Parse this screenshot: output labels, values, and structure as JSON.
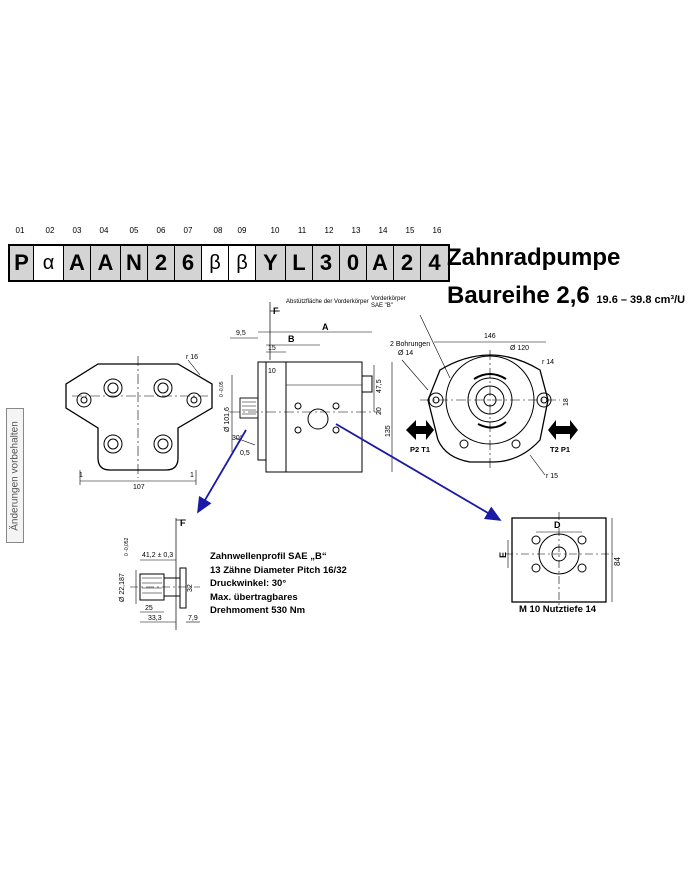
{
  "code": {
    "positions": [
      "01",
      "02",
      "03",
      "04",
      "05",
      "06",
      "07",
      "08",
      "09",
      "10",
      "11",
      "12",
      "13",
      "14",
      "15",
      "16"
    ],
    "chars": [
      "P",
      "α",
      "A",
      "A",
      "N",
      "2",
      "6",
      "β",
      "β",
      "Y",
      "L",
      "3",
      "0",
      "A",
      "2",
      "4"
    ]
  },
  "title": {
    "line1": "Zahnradpumpe",
    "line2": "Baureihe 2,6",
    "range": "19.6 – 39.8 cm³/U"
  },
  "side_note": "Änderungen vorbehalten",
  "annotations": {
    "flange_face": "Abstützfläche der Vorderkörper",
    "front_body": "Vorderkörper SAE \"B\"",
    "holes": "2 Bohrungen",
    "dim_9_5": "9,5",
    "dim_15": "15",
    "dim_10": "10",
    "F": "F",
    "B": "B",
    "A": "A",
    "dia_101_6": "Ø 101,6",
    "tol_101_6": "0 -0,05",
    "deg_30": "30°",
    "dim_0_5": "0,5",
    "dim_47_5": "47,5",
    "dim_20": "20",
    "dim_135": "135",
    "r16": "r 16",
    "dim_107": "107",
    "dim_1a": "1",
    "dim_1b": "1",
    "dim_146": "146",
    "dia_120": "Ø 120",
    "dia_14": "Ø 14",
    "r14": "r 14",
    "r15": "r 15",
    "dim_18": "18",
    "P2T1": "P2 T1",
    "T2P1": "T2 P1",
    "D": "D",
    "E": "E",
    "dim_84": "84",
    "dim_41_2": "41,2 ± 0,3",
    "tol_22": "0 -0,052",
    "dia_22": "Ø 22,187",
    "dim_32": "32",
    "dim_25": "25",
    "dim_33_3": "33,3",
    "dim_7_9": "7,9"
  },
  "spec": {
    "line1": "Zahnwellenprofil SAE „B“",
    "line2": "13 Zähne Diameter Pitch 16/32",
    "line3": "Druckwinkel: 30°",
    "line4": "Max. übertragbares",
    "line5": "Drehmoment 530 Nm"
  },
  "port_detail": {
    "caption": "M 10 Nutztiefe 14"
  },
  "colors": {
    "arrow": "#1a1aa6",
    "box_gray": "#d4d4d4"
  }
}
